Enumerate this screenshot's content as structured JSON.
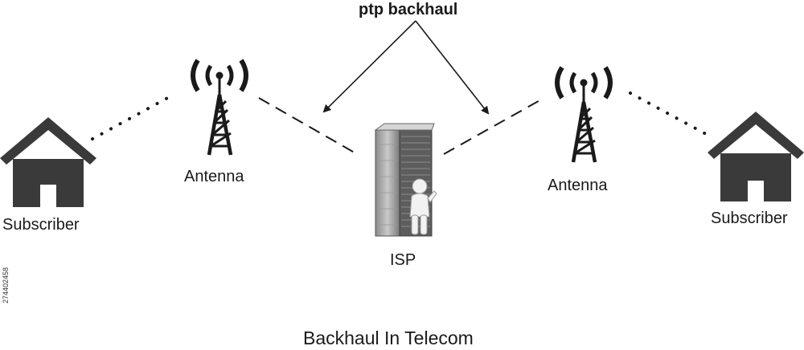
{
  "diagram": {
    "header_label": "ptp backhaul",
    "left_antenna_label": "Antenna",
    "right_antenna_label": "Antenna",
    "left_subscriber_label": "Subscriber",
    "right_subscriber_label": "Subscriber",
    "isp_label": "ISP",
    "caption": "Backhaul In Telecom",
    "stock_id": "274402458",
    "colors": {
      "ink": "#1a1a1a",
      "house": "#3a3a3a",
      "server_light": "#c8c8c8",
      "server_dark": "#6e6e6e"
    },
    "icons": [
      "house-icon",
      "antenna-tower-icon",
      "server-rack-icon",
      "person-figure-icon"
    ]
  }
}
